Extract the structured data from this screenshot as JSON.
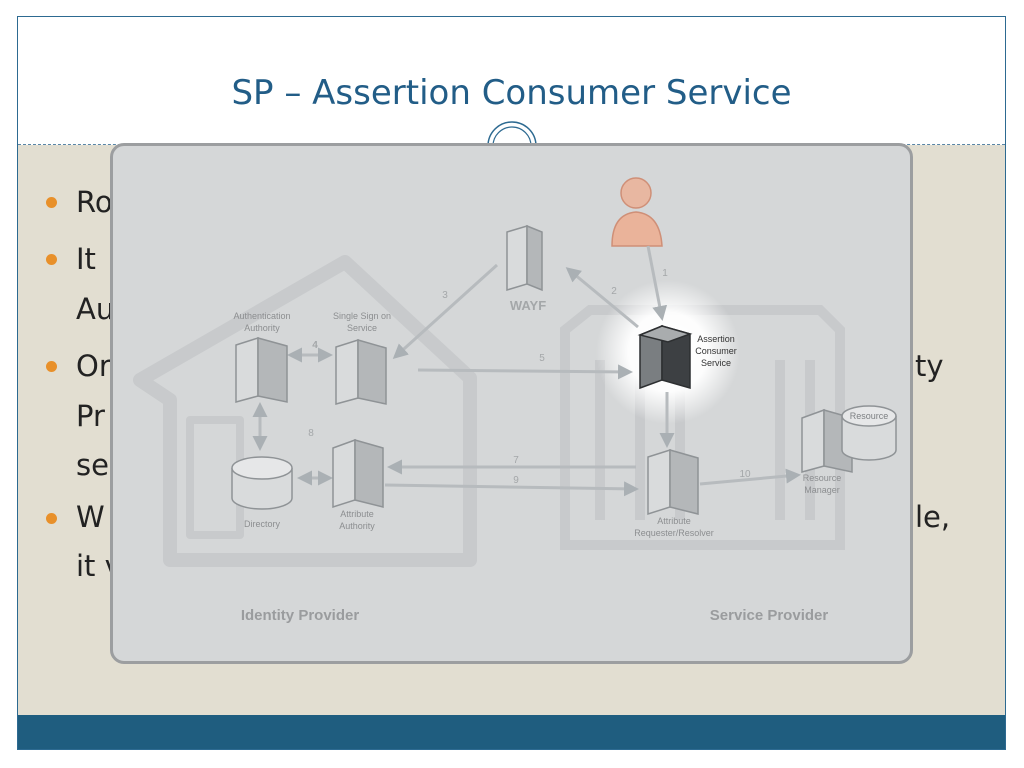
{
  "slide": {
    "title": "SP – Assertion Consumer Service",
    "bullet_fragments": [
      {
        "left": "Ro",
        "right": ""
      },
      {
        "left": "It",
        "right": ""
      },
      {
        "left": "Au",
        "right": ""
      },
      {
        "left": "Or",
        "right": "ty"
      },
      {
        "left": "Pr",
        "right": ""
      },
      {
        "left": "se",
        "right": ""
      },
      {
        "left": "W",
        "right": "le,"
      },
      {
        "left": "it v",
        "right": ""
      }
    ]
  },
  "diagram": {
    "nodes": {
      "authentication_authority": "Authentication Authority",
      "single_sign_on": "Single Sign on Service",
      "wayf": "WAYF",
      "assertion_consumer": "Assertion Consumer Service",
      "directory": "Directory",
      "attribute_authority": "Attribute Authority",
      "attribute_requester": "Attribute Requester/Resolver",
      "resource_manager": "Resource Manager",
      "resource": "Resource"
    },
    "edges": [
      "1",
      "2",
      "3",
      "4",
      "5",
      "7",
      "8",
      "9",
      "10"
    ],
    "groups": {
      "identity_provider": "Identity Provider",
      "service_provider": "Service Provider"
    }
  },
  "colors": {
    "title": "#225d87",
    "body_bg": "#e2ded1",
    "footer": "#1f5d7f",
    "bullet": "#e8902a",
    "overlay_bg": "#d5d7d8",
    "diagram_text": "#8c8e90"
  }
}
